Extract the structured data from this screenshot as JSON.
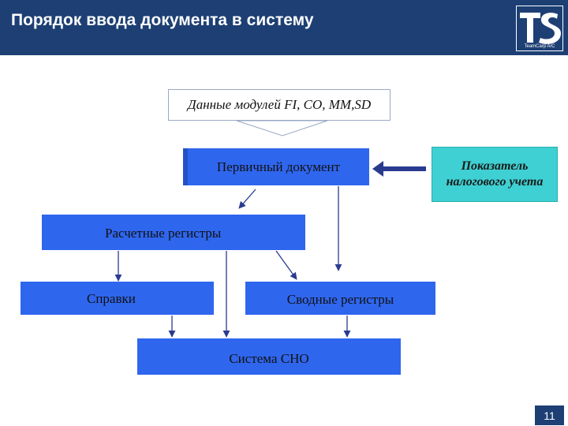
{
  "header": {
    "title": "Порядок ввода документа в систему",
    "logo_caption": "TeamCarp A/C",
    "background_color": "#1d3f74"
  },
  "diagram": {
    "nodes": {
      "modules": "Данные модулей FI, CO, MM,SD",
      "primary_document": "Первичный документ",
      "tax_indicator": "Показатель налогового учета",
      "calculation_registers": "Расчетные регистры",
      "certificates": "Справки",
      "summary_registers": "Сводные регистры",
      "sno_system": "Система СНО"
    },
    "colors": {
      "box_fill": "#2f66ee",
      "indicator_fill": "#3ed0d2",
      "arrow": "#2a3b8f"
    }
  },
  "footer": {
    "page_number": "11"
  }
}
